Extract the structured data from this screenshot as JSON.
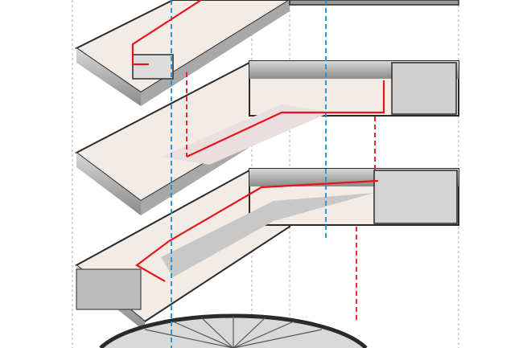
{
  "diagram": {
    "type": "exploded-axonometric",
    "levels": [
      "upper-floor",
      "middle-floor",
      "lower-floor",
      "ground-rotunda"
    ],
    "colors": {
      "background": "#ffffff",
      "floor_fill": "#f3ece6",
      "wall_fill": "#bdbdbd",
      "wall_stroke": "#2a2a2a",
      "route": "#e8141c",
      "vertical_link_blue": "#1a8fd6",
      "vertical_link_red": "#e8141c",
      "guide": "#9a9a9a",
      "ramp": "#eadede"
    }
  }
}
